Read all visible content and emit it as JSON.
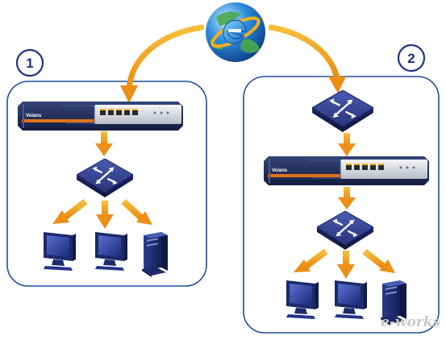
{
  "panels": [
    {
      "number": "1"
    },
    {
      "number": "2"
    }
  ],
  "device_brand": "Volans",
  "watermark": "e-works",
  "icons": [
    "globe-icon",
    "router-icon",
    "switch-icon",
    "monitor-icon",
    "server-tower-icon",
    "arrow-icon"
  ],
  "colors": {
    "panel_border": "#1f4f9e",
    "badge_border": "#23357f",
    "arrow": "#f0a21c",
    "device_body": "#1e2c5e",
    "device_stripe": "#e2701a",
    "switch_body": "#2a3a82"
  }
}
